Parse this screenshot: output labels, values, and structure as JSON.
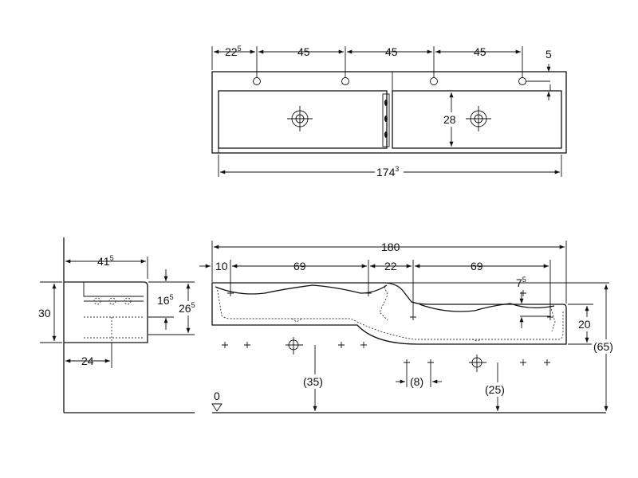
{
  "top_view": {
    "dims_top": [
      {
        "base": "22",
        "sup": "5"
      },
      {
        "base": "45",
        "sup": ""
      },
      {
        "base": "45",
        "sup": ""
      },
      {
        "base": "45",
        "sup": ""
      }
    ],
    "dim_right": "5",
    "dim_depth": "28",
    "dim_total": {
      "base": "174",
      "sup": "3"
    }
  },
  "side_view": {
    "depth": {
      "base": "41",
      "sup": "5"
    },
    "height": "30",
    "inner_a": {
      "base": "16",
      "sup": "5"
    },
    "inner_b": {
      "base": "26",
      "sup": "5"
    },
    "bottom": "24"
  },
  "front_view": {
    "total": "180",
    "d10": "10",
    "d69a": "69",
    "d22": "22",
    "d69b": "69",
    "d7": {
      "base": "7",
      "sup": "5"
    },
    "d20": "20",
    "d65": "(65)",
    "d35": "(35)",
    "d8": "(8)",
    "d25": "(25)",
    "zero": "0"
  },
  "colors": {
    "line": "#111111",
    "background": "#ffffff"
  }
}
